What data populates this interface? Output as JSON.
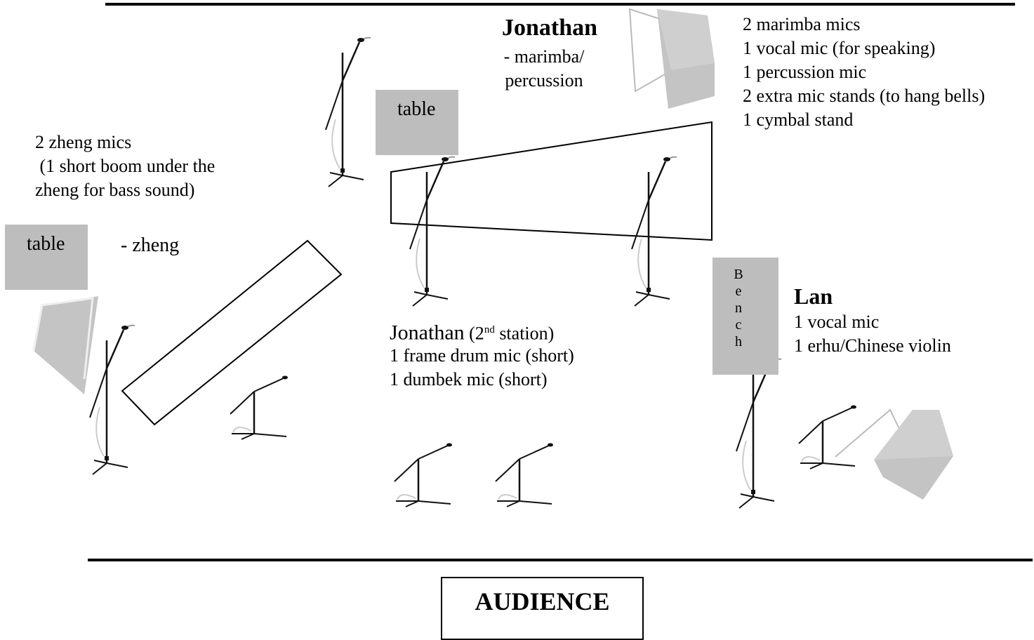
{
  "stage": {
    "top_line": true,
    "bottom_line": true
  },
  "tables": {
    "upper_label": "table",
    "left_label": "table"
  },
  "bench": {
    "letters": [
      "B",
      "e",
      "n",
      "c",
      "h"
    ]
  },
  "jonathan": {
    "name": "Jonathan",
    "role_lines": [
      "- marimba/",
      "percussion"
    ],
    "needs": [
      "2 marimba mics",
      "1 vocal mic (for speaking)",
      "1 percussion mic",
      "2 extra mic stands (to hang bells)",
      "1 cymbal stand"
    ]
  },
  "zheng": {
    "needs": [
      "2 zheng mics",
      " (1 short boom under the",
      "zheng for bass sound)"
    ],
    "role": "- zheng"
  },
  "jonathan_station2": {
    "name": "Jonathan",
    "paren_open": "(2",
    "sup": "nd",
    "paren_close": " station)",
    "needs": [
      "1 frame drum mic (short)",
      "1 dumbek mic (short)"
    ]
  },
  "lan": {
    "name": "Lan",
    "needs": [
      "1 vocal mic",
      "1 erhu/Chinese violin"
    ]
  },
  "audience": {
    "label": "AUDIENCE"
  },
  "icons": {
    "mic_stand": "mic-stand-icon",
    "monitor": "monitor-wedge-icon"
  },
  "colors": {
    "gray_fill": "#bdbdbd",
    "monitor_fill": "#c4c4c4",
    "line": "#000000"
  }
}
